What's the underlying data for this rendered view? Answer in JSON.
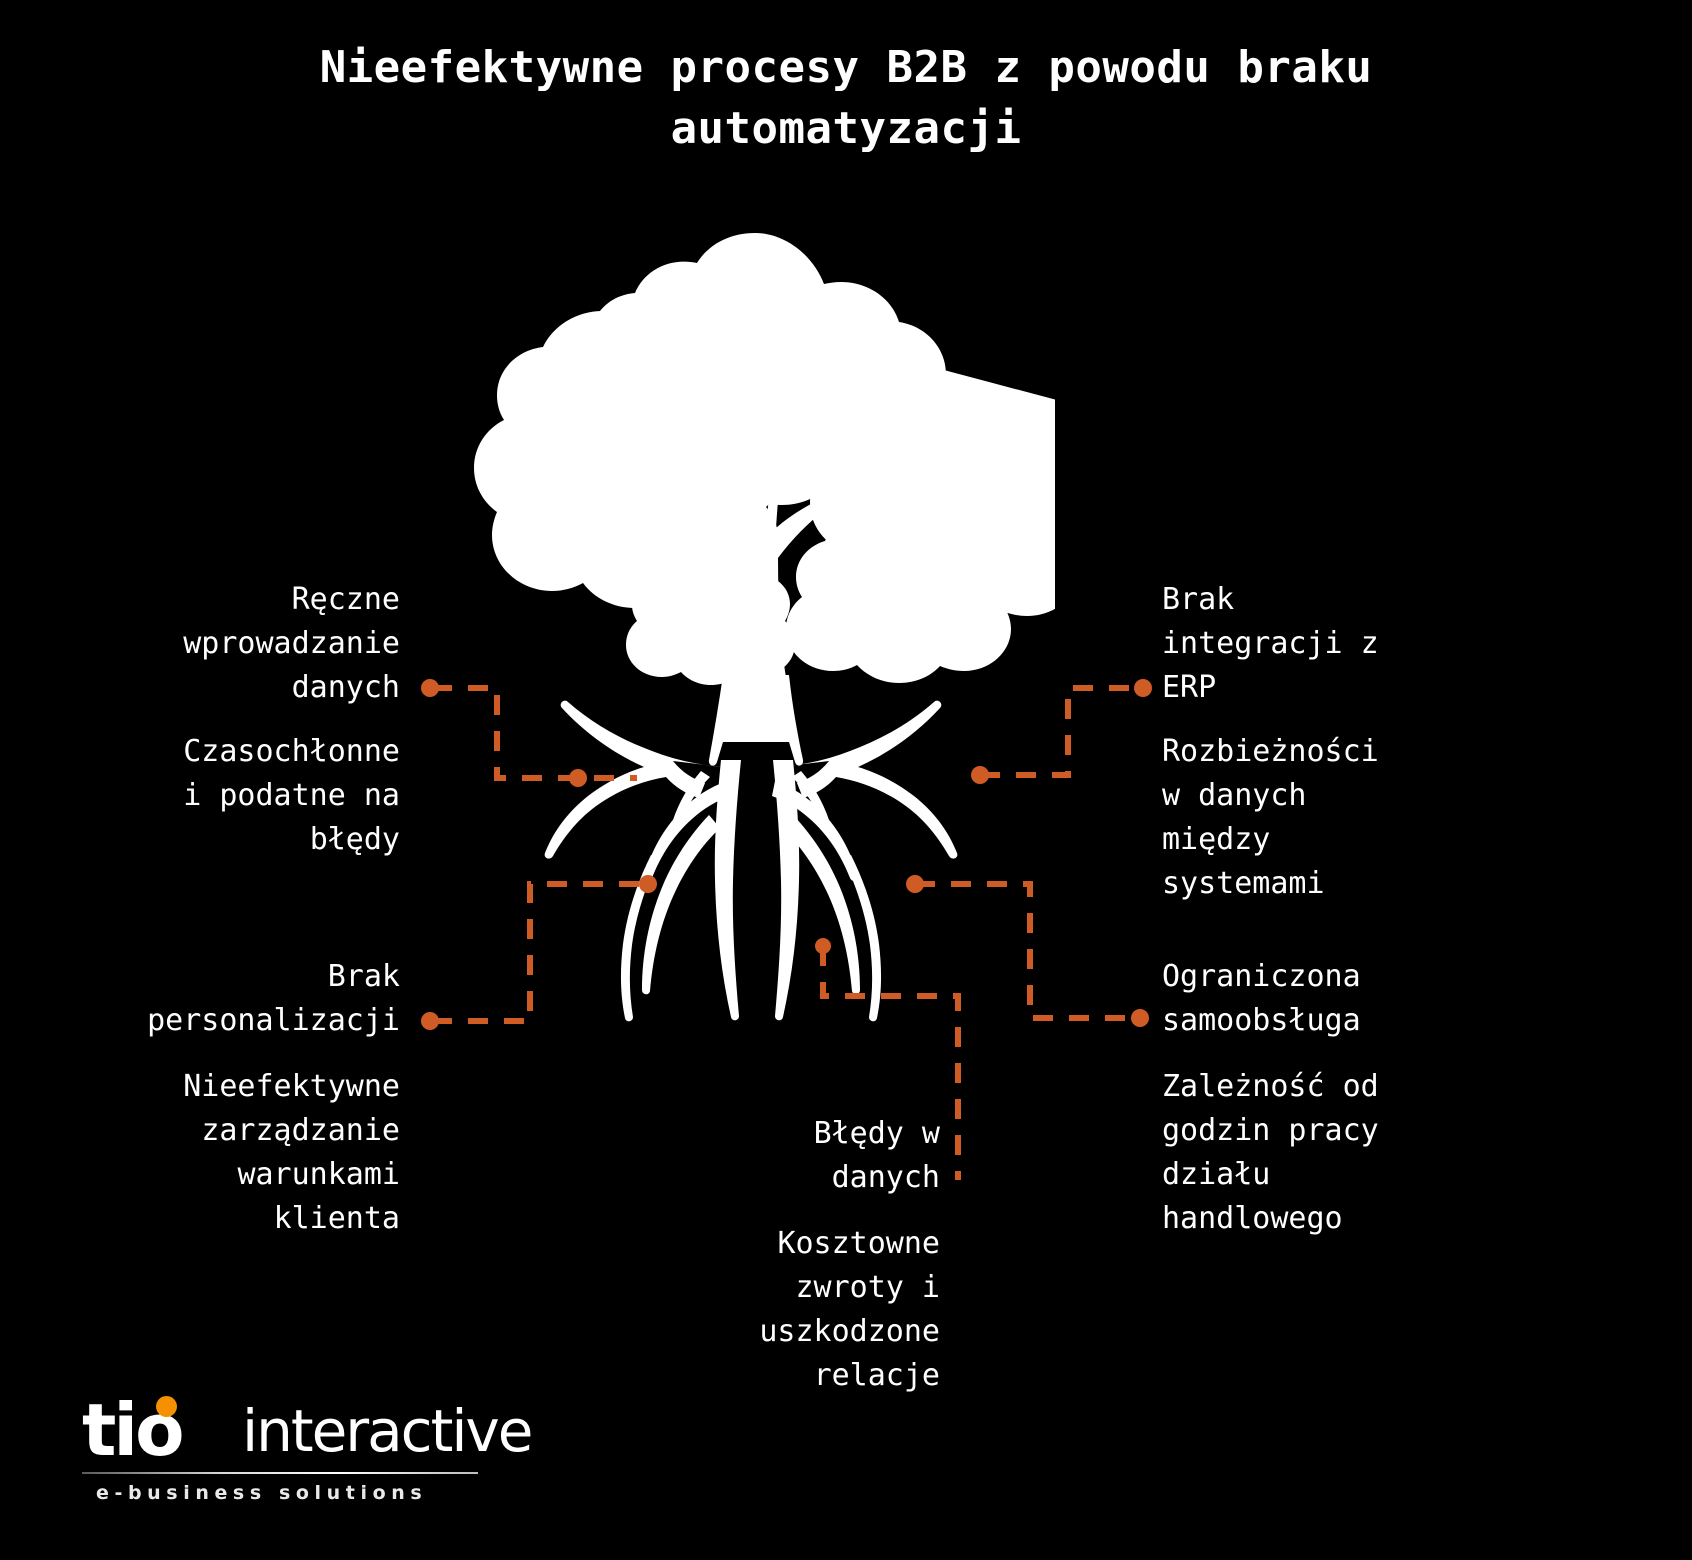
{
  "page": {
    "background_color": "#000000",
    "text_color": "#ffffff",
    "accent_color": "#cf5c24",
    "logo_dot_color": "#f59100"
  },
  "title": "Nieefektywne procesy B2B z powodu braku automatyzacji",
  "tree": {
    "alt": "white silhouette of a tree with large canopy and exposed root system",
    "fill_color": "#ffffff"
  },
  "labels": {
    "left": [
      {
        "id": "reczne-wprowadzanie-danych",
        "text": "Ręczne\nwprowadzanie\ndanych"
      },
      {
        "id": "czasochlonne-i-podatne-na-bledy",
        "text": "Czasochłonne\ni podatne na\nbłędy"
      },
      {
        "id": "brak-personalizacji",
        "text": "Brak\npersonalizacji"
      },
      {
        "id": "nieefektywne-zarzadzanie-warunkami-klienta",
        "text": "Nieefektywne\nzarządzanie\nwarunkami\nklienta"
      }
    ],
    "right": [
      {
        "id": "brak-integracji-z-erp",
        "text": "Brak\nintegracji z\nERP"
      },
      {
        "id": "rozbieznosci-w-danych-miedzy-systemami",
        "text": "Rozbieżności\nw danych\nmiędzy\nsystemami"
      },
      {
        "id": "ograniczona-samoobsluga",
        "text": "Ograniczona\nsamoobsługa"
      },
      {
        "id": "zaleznosc-od-godzin-pracy-dzialu-handlowego",
        "text": "Zależność od\ngodzin pracy\ndziału\nhandlowego"
      }
    ],
    "center_bottom": [
      {
        "id": "bledy-w-danych",
        "text": "Błędy w\ndanych"
      },
      {
        "id": "kosztowne-zwroty-i-uszkodzone-relacje",
        "text": "Kosztowne\nzwroty i\nuszkodzone\nrelacje"
      }
    ]
  },
  "logo": {
    "wordmark_bold": "tio",
    "wordmark_light": "interactive",
    "tagline": "e-business solutions"
  }
}
